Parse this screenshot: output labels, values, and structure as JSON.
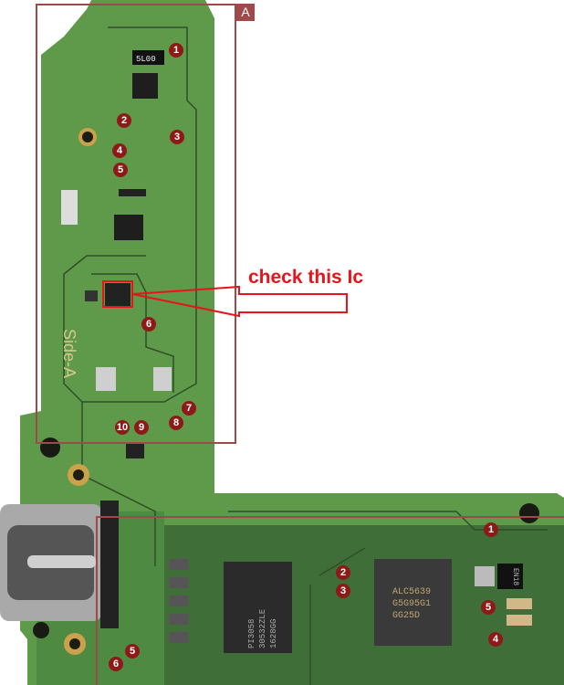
{
  "annotation": {
    "callout_text": "check this Ic",
    "region_label": "A",
    "highlight_color": "#e8141b",
    "region_box_color": "#a0494a"
  },
  "markings": {
    "top_chip": "5L00",
    "silkscreen": "Side-A",
    "codec_chip": [
      "ALC5639",
      "G5G95G1",
      "GG25D"
    ],
    "switch_chip": [
      "PI3058",
      "30532ZLE",
      "1628GG"
    ],
    "inductor": "EN18"
  },
  "markers_top": [
    "1",
    "2",
    "3",
    "4",
    "5",
    "6",
    "7",
    "8",
    "10",
    "9"
  ],
  "markers_bottom": [
    "1",
    "2",
    "3",
    "5",
    "4",
    "5",
    "6"
  ],
  "colors": {
    "pcb": "#5f9a4a",
    "pcb_dark": "#2f3a2b",
    "trace": "#6fae55",
    "marker": "#8e1a17"
  }
}
